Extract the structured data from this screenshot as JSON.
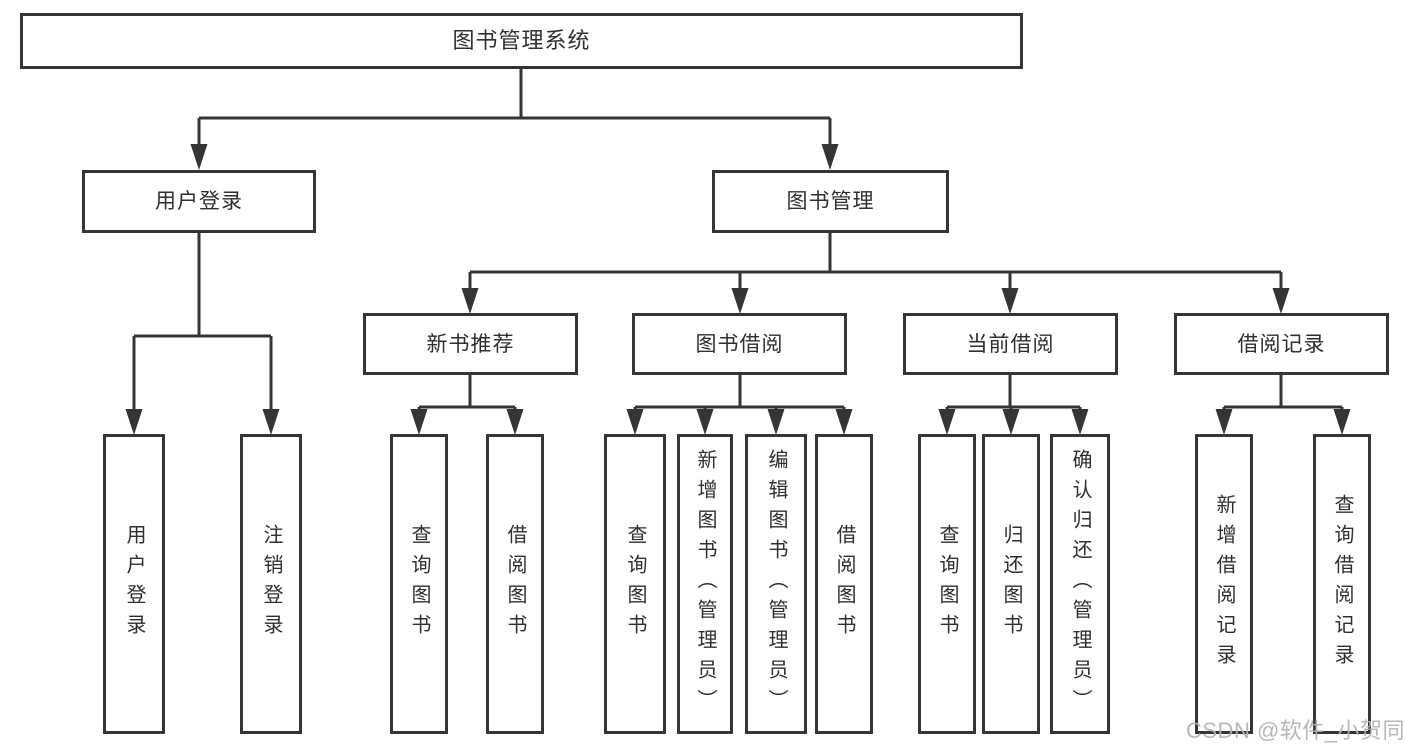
{
  "tree": {
    "label": "图书管理系统",
    "children": [
      {
        "label": "用户登录",
        "children": [
          {
            "label": "用户登录"
          },
          {
            "label": "注销登录"
          }
        ]
      },
      {
        "label": "图书管理",
        "children": [
          {
            "label": "新书推荐",
            "children": [
              {
                "label": "查询图书"
              },
              {
                "label": "借阅图书"
              }
            ]
          },
          {
            "label": "图书借阅",
            "children": [
              {
                "label": "查询图书"
              },
              {
                "label": "新增图书（管理员）"
              },
              {
                "label": "编辑图书（管理员）"
              },
              {
                "label": "借阅图书"
              }
            ]
          },
          {
            "label": "当前借阅",
            "children": [
              {
                "label": "查询图书"
              },
              {
                "label": "归还图书"
              },
              {
                "label": "确认归还（管理员）"
              }
            ]
          },
          {
            "label": "借阅记录",
            "children": [
              {
                "label": "新增借阅记录"
              },
              {
                "label": "查询借阅记录"
              }
            ]
          }
        ]
      }
    ]
  },
  "watermark": {
    "text": "CSDN @软件_小贺同学"
  },
  "colors": {
    "line": "#353535",
    "box_border": "#353535",
    "box_background": "#ffffff",
    "text": "#2f2f2f",
    "watermark": "#b2b2b2",
    "page_background": "#ffffff"
  }
}
